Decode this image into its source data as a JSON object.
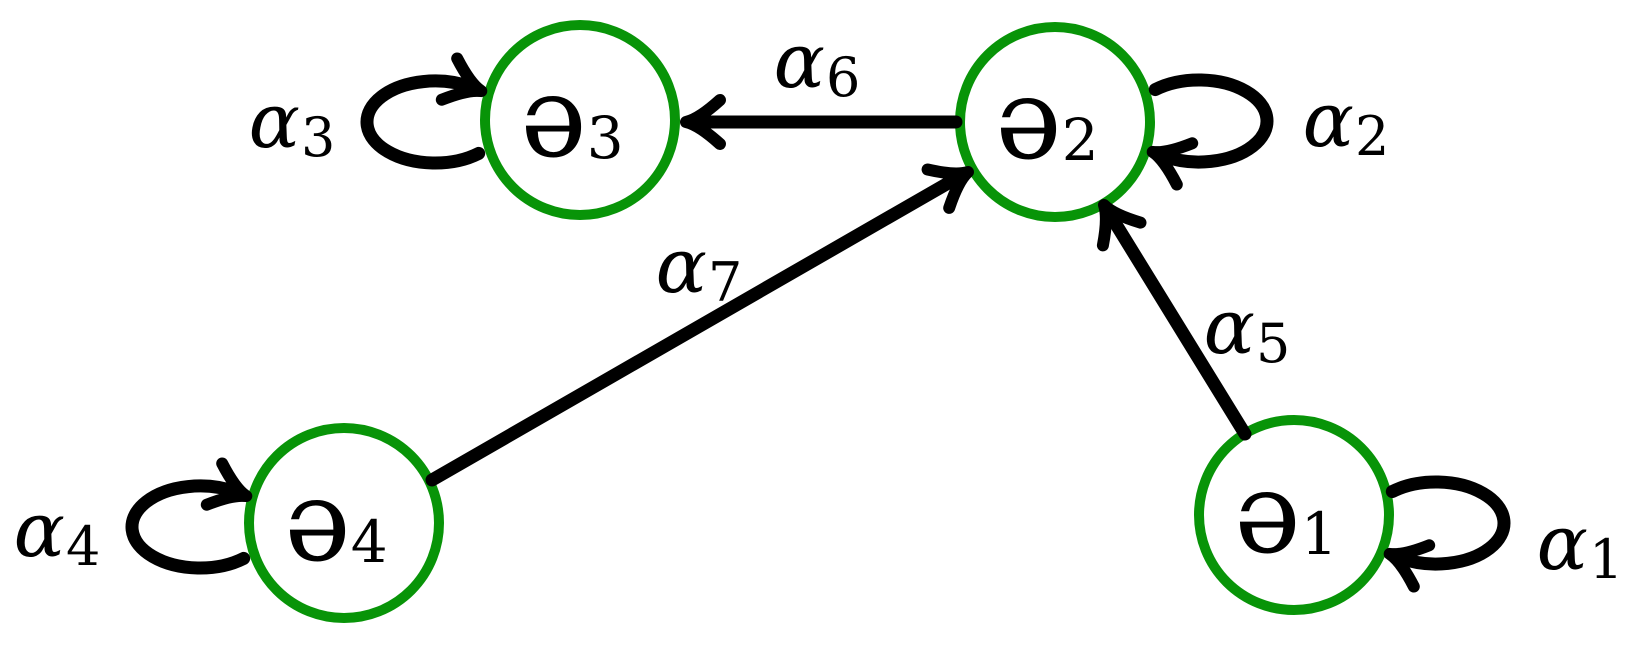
{
  "figure": {
    "type": "directed-graph-diagram",
    "background": "#ffffff",
    "colors": {
      "ring": "#089408",
      "ink": "#000000"
    },
    "nodes": {
      "v1": {
        "glyph": "ə",
        "sub": "1"
      },
      "v2": {
        "glyph": "ə",
        "sub": "2"
      },
      "v3": {
        "glyph": "ə",
        "sub": "3"
      },
      "v4": {
        "glyph": "ə",
        "sub": "4"
      }
    },
    "edges": {
      "a1": {
        "glyph": "α",
        "sub": "1",
        "from": "v1",
        "to": "v1",
        "kind": "self-loop"
      },
      "a2": {
        "glyph": "α",
        "sub": "2",
        "from": "v2",
        "to": "v2",
        "kind": "self-loop"
      },
      "a3": {
        "glyph": "α",
        "sub": "3",
        "from": "v3",
        "to": "v3",
        "kind": "self-loop"
      },
      "a4": {
        "glyph": "α",
        "sub": "4",
        "from": "v4",
        "to": "v4",
        "kind": "self-loop"
      },
      "a5": {
        "glyph": "α",
        "sub": "5",
        "from": "v1",
        "to": "v2",
        "kind": "straight"
      },
      "a6": {
        "glyph": "α",
        "sub": "6",
        "from": "v2",
        "to": "v3",
        "kind": "straight"
      },
      "a7": {
        "glyph": "α",
        "sub": "7",
        "from": "v4",
        "to": "v2",
        "kind": "straight"
      }
    }
  }
}
